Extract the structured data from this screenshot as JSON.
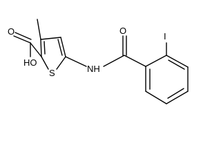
{
  "diagram": {
    "type": "chemical-structure",
    "atom_labels": {
      "oxygen_carbonyl_acid": "O",
      "hydroxyl": "HO",
      "sulfur": "S",
      "amide_nh": "NH",
      "oxygen_amide": "O",
      "iodine": "I"
    },
    "colors": {
      "bond": "#000000",
      "label": "#000000",
      "background": "#ffffff"
    }
  }
}
